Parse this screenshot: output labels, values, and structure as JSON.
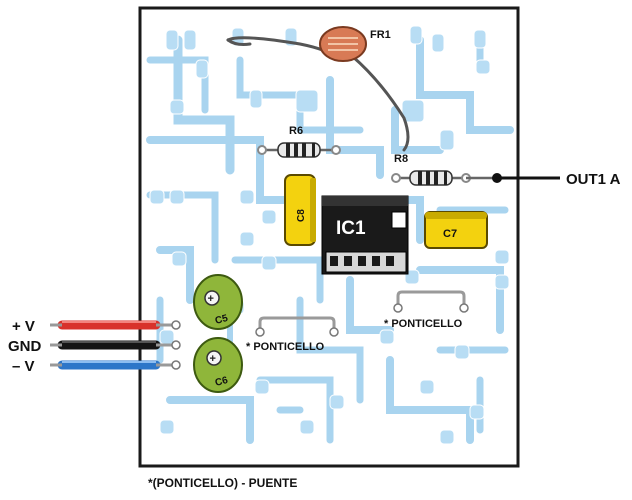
{
  "colors": {
    "board": "#ffffff",
    "board_border": "#1a1a1a",
    "trace": "#a9d4ef",
    "pad": "#b8ddf4",
    "pad_hole": "#ffffff",
    "ic_body": "#1a1a1a",
    "ic_pins": "#ffffff",
    "cap_yellow": "#f3d20f",
    "cap_green": "#8fb63a",
    "ldr": "#d87a55",
    "wire_red": "#d8322b",
    "wire_black": "#151515",
    "wire_blue": "#2d76c8",
    "jumper": "#9a9a9a"
  },
  "components": {
    "fr1": "FR1",
    "r6": "R6",
    "r8": "R8",
    "c8": "C8",
    "c7": "C7",
    "c5": "C5",
    "c6": "C6",
    "ic1": "IC1"
  },
  "terminals": {
    "output": "OUT1 A",
    "vplus": "+ V",
    "gnd": "GND",
    "vminus": "– V"
  },
  "jumpers": {
    "label_right": "* PONTICELLO",
    "label_left": "* PONTICELLO"
  },
  "footnote": "*(PONTICELLO) - PUENTE"
}
